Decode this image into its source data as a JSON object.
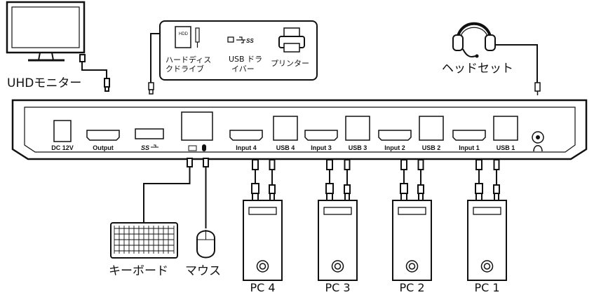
{
  "devices": {
    "monitor": "UHDモニター",
    "headset": "ヘッドセット",
    "keyboard": "キーボード",
    "mouse": "マウス",
    "hdd_line1": "ハードディス",
    "hdd_line2": "クドライブ",
    "hdd_icon_text": "HDD",
    "usb_drive_line1": "USB ドラ",
    "usb_drive_line2": "イバー",
    "usb_stick_text": "SS",
    "printer": "プリンター"
  },
  "ports": {
    "dc": "DC 12V",
    "output": "Output",
    "usb_ss": "SS",
    "input4": "Input 4",
    "usb4": "USB 4",
    "input3": "Input 3",
    "usb3": "USB 3",
    "input2": "Input 2",
    "usb2": "USB 2",
    "input1": "Input 1",
    "usb1": "USB 1"
  },
  "pcs": [
    "PC 4",
    "PC 3",
    "PC 2",
    "PC 1"
  ]
}
